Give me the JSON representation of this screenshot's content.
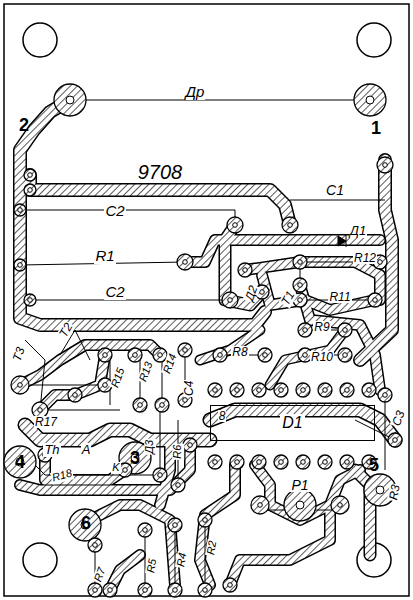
{
  "diagram": {
    "nodes": [
      {
        "text": [
          "D1"
        ]
      }
    ],
    "labels": [
      "Др",
      "1",
      "2",
      "9708",
      "C1",
      "C2",
      "Д1",
      "R1",
      "R12",
      "C2",
      "Д2",
      "T1",
      "R11",
      "R9",
      "R10",
      "R8",
      "T2",
      "T3",
      "R15",
      "R13",
      "R14",
      "C4",
      "8",
      "C3",
      "R17",
      "Th",
      "A",
      "K",
      "3",
      "Д3",
      "R6",
      "4",
      "R18",
      "5",
      "R3",
      "P1",
      "6",
      "R7",
      "R5",
      "R4",
      "R2"
    ]
  }
}
